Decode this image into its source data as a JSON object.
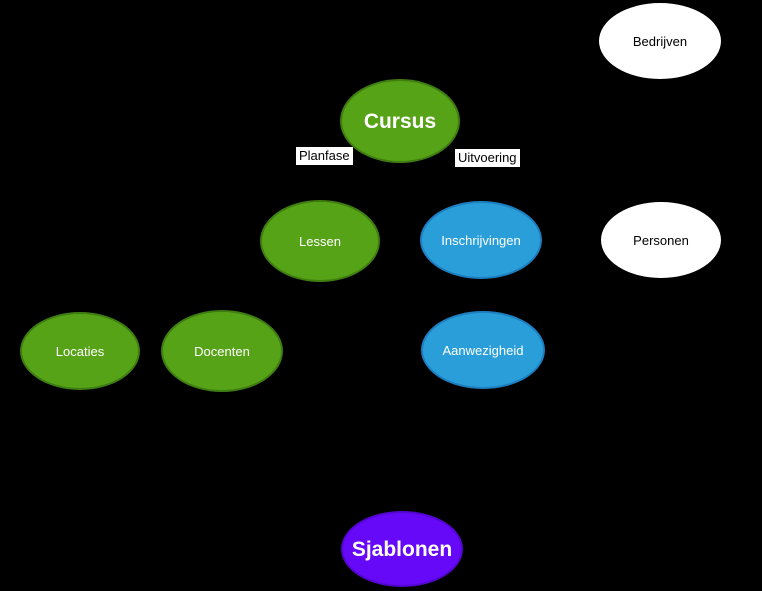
{
  "canvas": {
    "background": "#000000"
  },
  "diagram": {
    "nodes": [
      {
        "id": "bedrijven",
        "label": "Bedrijven",
        "fill": "#ffffff",
        "border": "#ffffff",
        "text_color": "#000000",
        "emphasis": false
      },
      {
        "id": "cursus",
        "label": "Cursus",
        "fill": "#57a317",
        "border": "#3e7d12",
        "text_color": "#ffffff",
        "emphasis": true
      },
      {
        "id": "lessen",
        "label": "Lessen",
        "fill": "#57a317",
        "border": "#3e7d12",
        "text_color": "#ffffff",
        "emphasis": false
      },
      {
        "id": "inschrijvingen",
        "label": "Inschrijvingen",
        "fill": "#2a9ed8",
        "border": "#1d7ec0",
        "text_color": "#ffffff",
        "emphasis": false
      },
      {
        "id": "personen",
        "label": "Personen",
        "fill": "#ffffff",
        "border": "#ffffff",
        "text_color": "#000000",
        "emphasis": false
      },
      {
        "id": "locaties",
        "label": "Locaties",
        "fill": "#57a317",
        "border": "#3e7d12",
        "text_color": "#ffffff",
        "emphasis": false
      },
      {
        "id": "docenten",
        "label": "Docenten",
        "fill": "#57a317",
        "border": "#3e7d12",
        "text_color": "#ffffff",
        "emphasis": false
      },
      {
        "id": "aanwezigheid",
        "label": "Aanwezigheid",
        "fill": "#2a9ed8",
        "border": "#1d7ec0",
        "text_color": "#ffffff",
        "emphasis": false
      },
      {
        "id": "sjablonen",
        "label": "Sjablonen",
        "fill": "#6609f9",
        "border": "#5405d0",
        "text_color": "#ffffff",
        "emphasis": true
      }
    ],
    "edge_labels": [
      {
        "id": "planfase",
        "label": "Planfase",
        "bg": "#ffffff",
        "text_color": "#000000"
      },
      {
        "id": "uitvoering",
        "label": "Uitvoering",
        "bg": "#ffffff",
        "text_color": "#000000"
      }
    ]
  }
}
